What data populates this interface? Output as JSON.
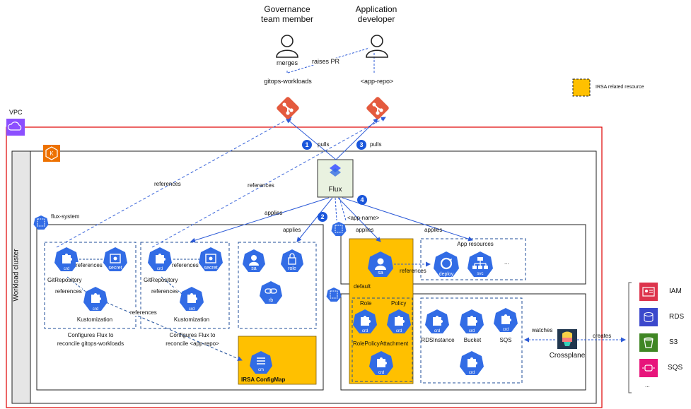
{
  "actors": {
    "governance": {
      "line1": "Governance",
      "line2": "team member"
    },
    "developer": {
      "line1": "Application",
      "line2": "developer"
    }
  },
  "actions": {
    "merges": "merges",
    "raises_pr": "raises PR"
  },
  "repos": {
    "gitops": "gitops-workloads",
    "app": "<app-repo>"
  },
  "legend": {
    "irsa": "IRSA related resource"
  },
  "vpc": {
    "label": "VPC"
  },
  "cluster": {
    "label": "Workload cluster"
  },
  "flux": {
    "label": "Flux"
  },
  "steps": {
    "s1": "1",
    "s1_text": "pulls",
    "s2": "2",
    "s3": "3",
    "s3_text": "pulls",
    "s4": "4"
  },
  "edges": {
    "references_left": "references",
    "references_mid": "references",
    "applies_top": "applies",
    "applies_flux_ns": "applies",
    "applies_app_ns": "applies",
    "applies_app_res": "applies",
    "app_name": "<app-name>",
    "watches": "watches",
    "creates": "creates",
    "references_sa": "references"
  },
  "flux_system": {
    "ns_label": "flux-system",
    "group1": {
      "crd": "crd",
      "secret": "secret",
      "references_a": "references",
      "gitrepo": "GitRepository",
      "references_b": "references",
      "kcrd": "crd",
      "kustomization": "Kustomization",
      "caption1": "Configures Flux to",
      "caption2": "reconcile gitops-workloads"
    },
    "group2": {
      "crd": "crd",
      "secret": "secret",
      "references_a": "references",
      "gitrepo": "GitRepository",
      "references_b": "references",
      "kcrd": "crd",
      "kustomization": "Kustomization",
      "caption1": "Configures Flux to",
      "caption2": "reconcile <app-repo>",
      "references_c": "references"
    },
    "group3": {
      "sa": "sa",
      "role": "role",
      "rb": "rb"
    },
    "configmap": {
      "icon": "cm",
      "label": "IRSA ConfigMap"
    }
  },
  "app_ns": {
    "sa": "sa",
    "default": "default",
    "app_resources": "App resources",
    "deploy": "deploy",
    "svc": "svc",
    "ellipsis": "...",
    "role_hdr": "Role",
    "policy_hdr": "Policy",
    "rpa": "RolePolicyAttachment",
    "crd_a": "crd",
    "crd_b": "crd",
    "crd_c": "crd",
    "rds_instance": "RDSInstance",
    "rds_crd": "crd",
    "bucket": "Bucket",
    "bucket_crd": "crd",
    "sqs": "SQS",
    "sqs_crd": "crd",
    "extra_crd": "crd",
    "ns_icon": "ns"
  },
  "crossplane": {
    "label": "Crossplane"
  },
  "aws": {
    "iam": "IAM",
    "rds": "RDS",
    "s3": "S3",
    "sqs": "SQS",
    "more": "..."
  },
  "colors": {
    "k8s_blue": "#326CE5",
    "irsa": "#FFC000",
    "git_red": "#E45A3E",
    "vpc_purple": "#8C4FFF",
    "eks_orange": "#ED7100",
    "arrow_blue": "#2D5BD7"
  }
}
